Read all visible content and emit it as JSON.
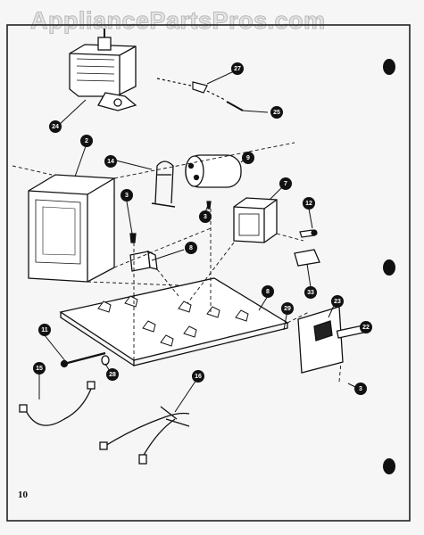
{
  "watermark": "AppliancePartsPros.com",
  "page_number": "10",
  "callouts": [
    {
      "id": "24",
      "label": "24"
    },
    {
      "id": "27",
      "label": "27"
    },
    {
      "id": "25",
      "label": "25"
    },
    {
      "id": "2",
      "label": "2"
    },
    {
      "id": "14",
      "label": "14"
    },
    {
      "id": "9",
      "label": "9"
    },
    {
      "id": "3a",
      "label": "3"
    },
    {
      "id": "3b",
      "label": "3"
    },
    {
      "id": "7",
      "label": "7"
    },
    {
      "id": "12",
      "label": "12"
    },
    {
      "id": "8a",
      "label": "8"
    },
    {
      "id": "8b",
      "label": "8"
    },
    {
      "id": "33",
      "label": "33"
    },
    {
      "id": "23",
      "label": "23"
    },
    {
      "id": "29",
      "label": "29"
    },
    {
      "id": "22",
      "label": "22"
    },
    {
      "id": "11",
      "label": "11"
    },
    {
      "id": "28",
      "label": "28"
    },
    {
      "id": "15",
      "label": "15"
    },
    {
      "id": "16",
      "label": "16"
    },
    {
      "id": "3c",
      "label": "3"
    }
  ]
}
